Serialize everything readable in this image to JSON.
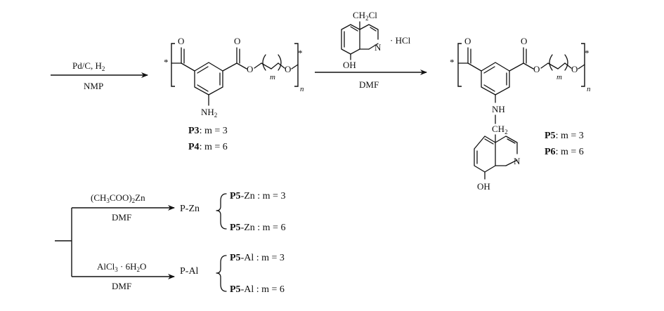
{
  "arrows": {
    "step1": {
      "above": "Pd/C, H",
      "above_sub": "2",
      "below": "NMP"
    },
    "step2": {
      "below": "DMF"
    },
    "zn": {
      "above_pre": "(CH",
      "above_s1": "3",
      "above_mid": "COO)",
      "above_s2": "2",
      "above_post": "Zn",
      "below": "DMF"
    },
    "al": {
      "above_pre": "AlCl",
      "above_s1": "3",
      "above_mid": " · 6H",
      "above_s2": "2",
      "above_post": "O",
      "below": "DMF"
    }
  },
  "reagent": {
    "ch2cl_pre": "CH",
    "ch2cl_sub": "2",
    "ch2cl_post": "Cl",
    "n": "N",
    "oh": "OH",
    "hcl": "· HCl"
  },
  "polymer_amine": {
    "star_left": "*",
    "star_right": "*",
    "o_carbonyl": "O",
    "o_ester_carbonyl": "O",
    "o_ester": "O",
    "o_end": "O",
    "m": "m",
    "n": "n",
    "nh2_pre": "NH",
    "nh2_sub": "2",
    "labels": [
      {
        "bold": "P3",
        "rest": ": m = 3"
      },
      {
        "bold": "P4",
        "rest": ": m = 6"
      }
    ]
  },
  "polymer_quinoline": {
    "star_left": "*",
    "star_right": "*",
    "o_carbonyl": "O",
    "o_ester_carbonyl": "O",
    "o_ester": "O",
    "o_end": "O",
    "m": "m",
    "n": "n",
    "nh": "NH",
    "ch2_pre": "CH",
    "ch2_sub": "2",
    "n_ring": "N",
    "oh": "OH",
    "labels": [
      {
        "bold": "P5",
        "rest": ": m = 3"
      },
      {
        "bold": "P6",
        "rest": ": m = 6"
      }
    ]
  },
  "complexes": {
    "zn_product": "P-Zn",
    "zn_items": [
      {
        "bold": "P5",
        "rest": "-Zn : m = 3"
      },
      {
        "bold": "P5",
        "rest": "-Zn : m = 6"
      }
    ],
    "al_product": "P-Al",
    "al_items": [
      {
        "bold": "P5",
        "rest": "-Al : m = 3"
      },
      {
        "bold": "P5",
        "rest": "-Al : m = 6"
      }
    ]
  }
}
